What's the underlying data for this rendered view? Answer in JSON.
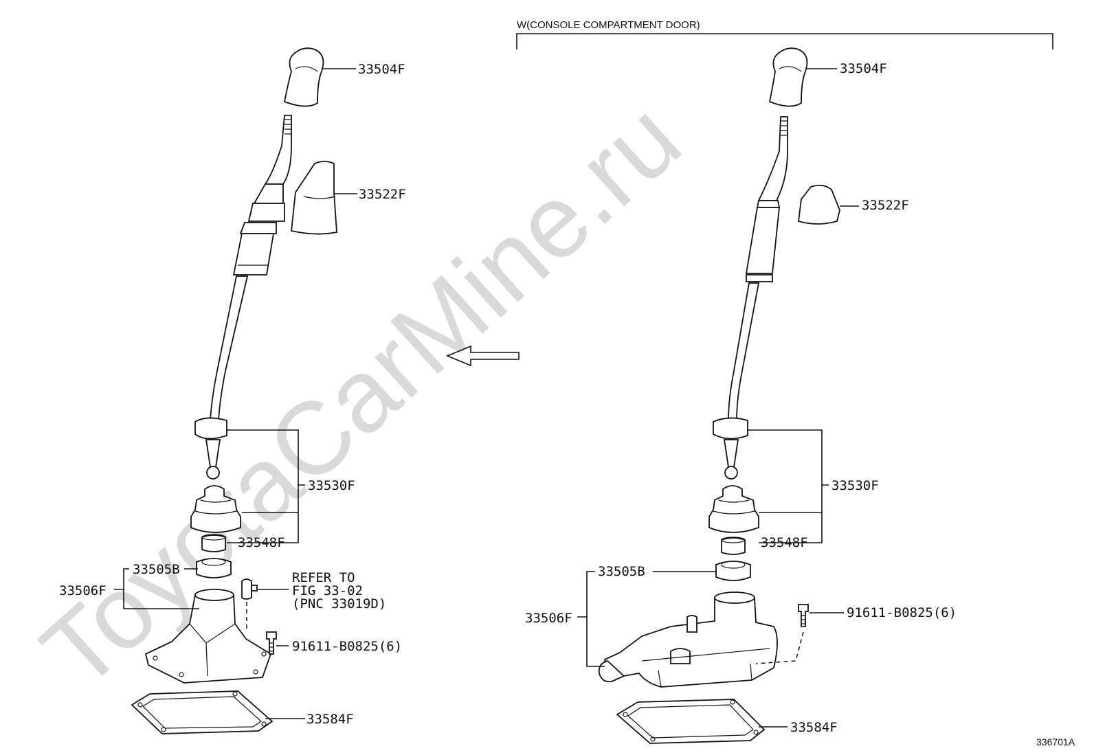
{
  "header": "W(CONSOLE COMPARTMENT DOOR)",
  "figure_id": "336701A",
  "watermark": "ToyotaCarMine.ru",
  "left": {
    "knob": "33504F",
    "boot_cover": "33522F",
    "lever_assy": "33530F",
    "bushing": "33548F",
    "seal": "33505B",
    "retainer": "33506F",
    "refer_line1": "REFER TO",
    "refer_line2": "FIG 33-02",
    "refer_line3": "(PNC 33019D)",
    "bolt": "91611-B0825(6)",
    "gasket": "33584F"
  },
  "right": {
    "knob": "33504F",
    "boot_cover": "33522F",
    "lever_assy": "33530F",
    "bushing": "33548F",
    "seal": "33505B",
    "retainer": "33506F",
    "bolt": "91611-B0825(6)",
    "gasket": "33584F"
  }
}
